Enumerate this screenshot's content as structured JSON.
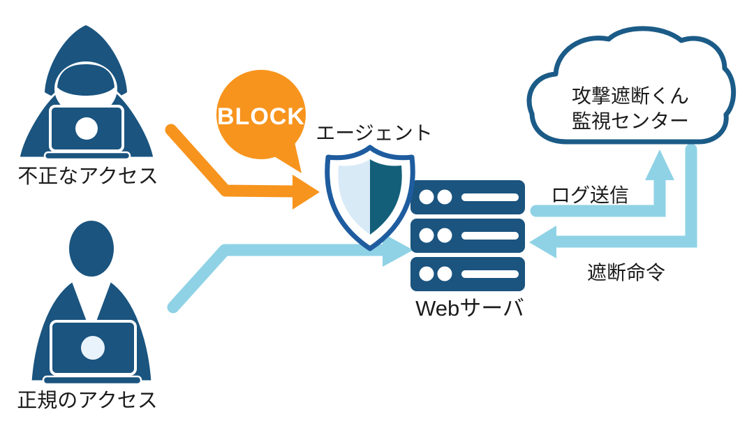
{
  "diagram": {
    "type": "security-architecture-diagram",
    "badges": {
      "block": "BLOCK"
    },
    "nodes": {
      "attacker": {
        "label": "不正なアクセス",
        "icon": "hacker-icon"
      },
      "legit_user": {
        "label": "正規のアクセス",
        "icon": "user-icon"
      },
      "agent": {
        "label": "エージェント",
        "icon": "shield-icon"
      },
      "web_server": {
        "label": "Webサーバ",
        "icon": "server-icon"
      },
      "monitor_center": {
        "label_line1": "攻撃遮断くん",
        "label_line2": "監視センター",
        "icon": "cloud-icon"
      }
    },
    "edges": {
      "attack": {
        "from": "attacker",
        "to": "agent",
        "badge": "BLOCK",
        "color": "#F7941D"
      },
      "legit": {
        "from": "legit_user",
        "to": "web_server",
        "color": "#8FD2E6"
      },
      "log_send": {
        "from": "web_server",
        "to": "monitor_center",
        "label": "ログ送信",
        "color": "#8FD2E6"
      },
      "block_command": {
        "from": "monitor_center",
        "to": "web_server",
        "label": "遮断命令",
        "color": "#8FD2E6"
      }
    },
    "colors": {
      "navy": "#1A547F",
      "orange": "#F7941D",
      "light_blue": "#8FD2E6",
      "shield_border": "#1E5C9F",
      "shield_light": "#D9EAF7",
      "shield_dark": "#135F79",
      "cloud_border": "#1B5B87",
      "text": "#1B1B1B"
    }
  }
}
